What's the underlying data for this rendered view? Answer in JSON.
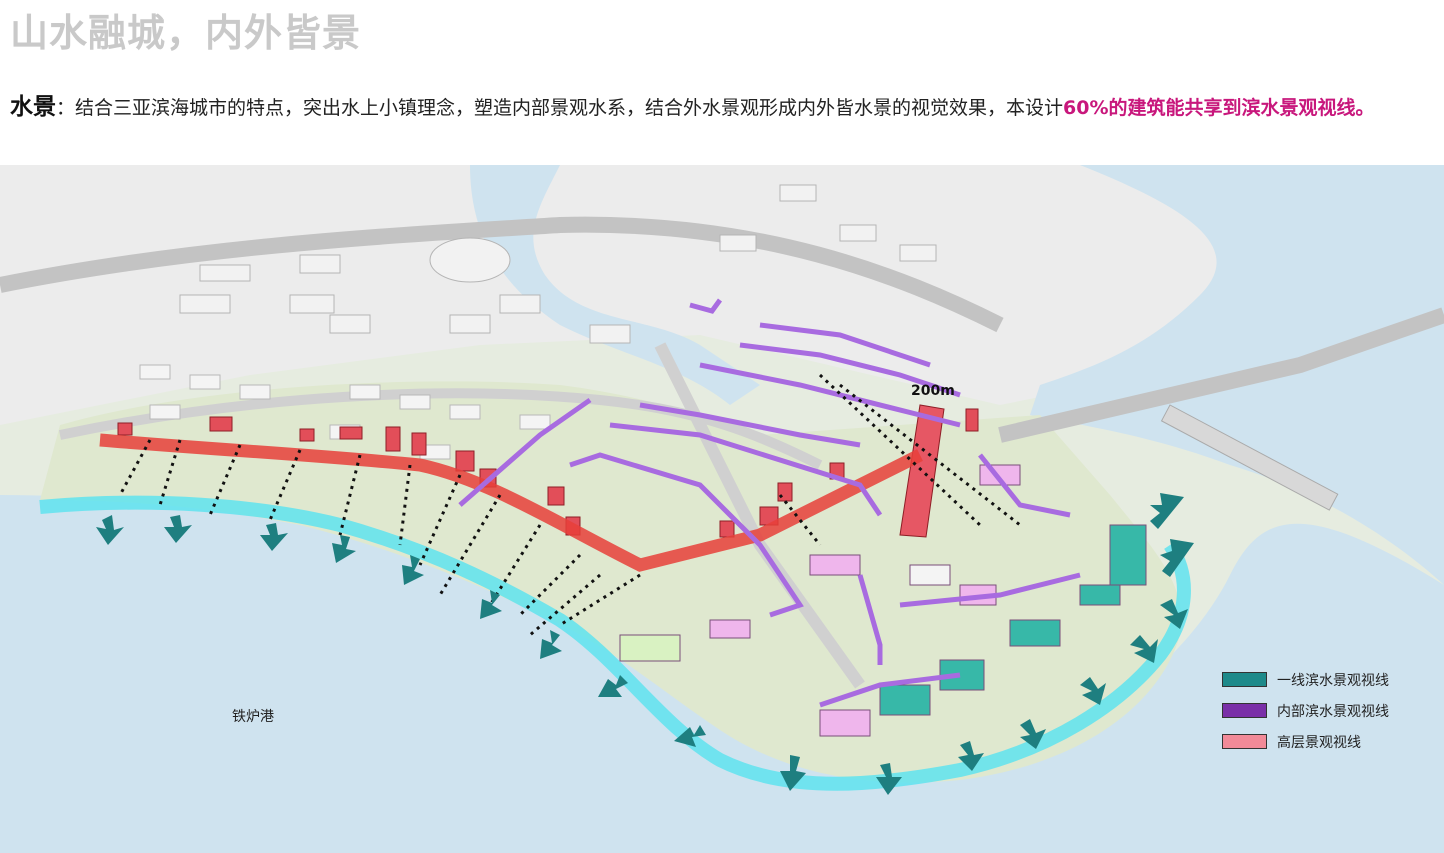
{
  "header": {
    "title": "山水融城，内外皆景"
  },
  "description": {
    "lead": "水景",
    "body": "：结合三亚滨海城市的特点，突出水上小镇理念，塑造内部景观水系，结合外水景观形成内外皆水景的视觉效果，本设计",
    "highlight": "60%的建筑能共享到滨水景观视线。"
  },
  "map": {
    "place_label": "铁炉港",
    "tower_height_label": "200m"
  },
  "legend": {
    "items": [
      {
        "label": "一线滨水景观视线",
        "color": "#1e8a8a"
      },
      {
        "label": "内部滨水景观视线",
        "color": "#7a2fa8"
      },
      {
        "label": "高层景观视线",
        "color": "#f28a98"
      }
    ]
  },
  "colors": {
    "water": "#cfe3ef",
    "land": "#e4ecdc",
    "road": "#bdbdbd",
    "waterfront_promenade": "#5fe3ee",
    "teal_arrow": "#1e7f80",
    "purple_route": "#a86be0",
    "red_view_corridor": "#e8403a",
    "highlight_text": "#c8177c",
    "title_text": "#c9c9c9"
  }
}
